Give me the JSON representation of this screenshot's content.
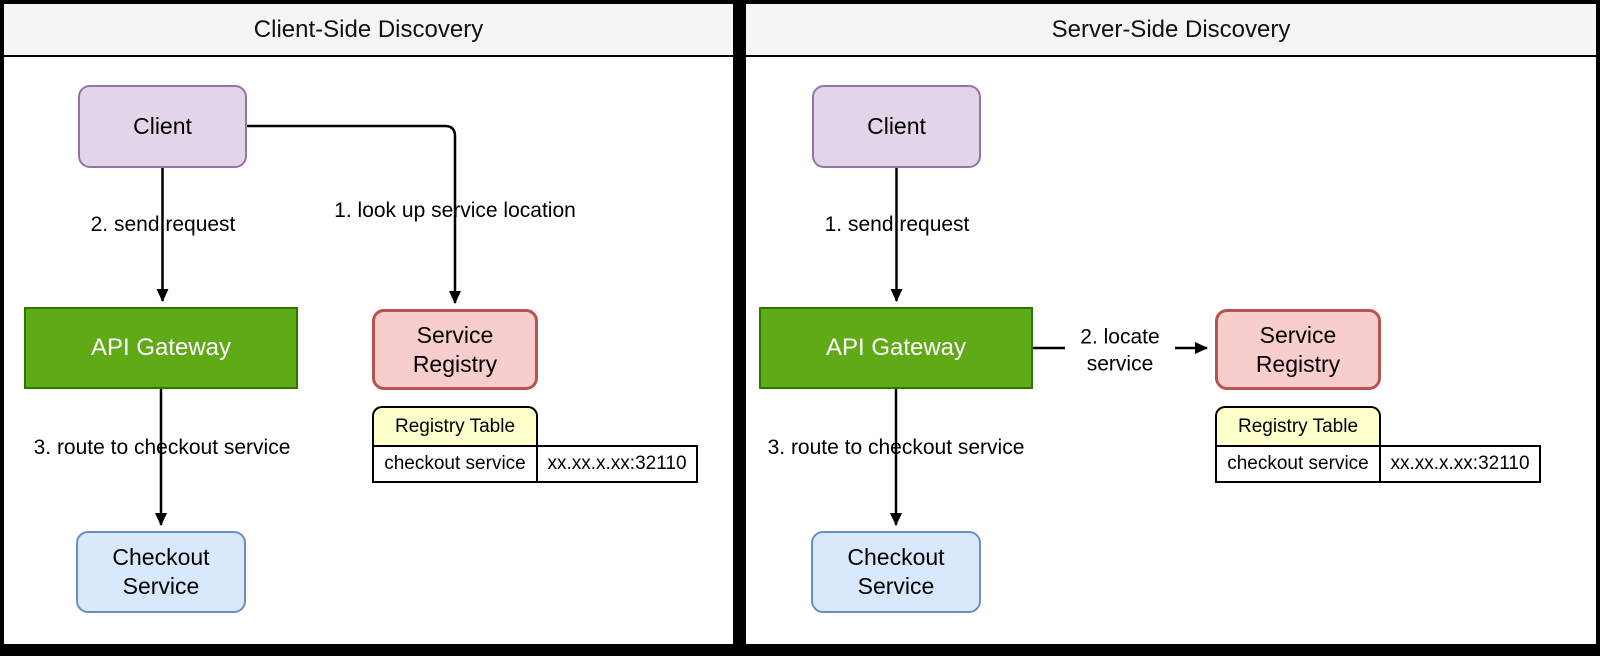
{
  "colors": {
    "panel_header_bg": "#f5f5f5",
    "client_fill": "#e1d5e7",
    "client_border": "#9673a6",
    "gateway_fill": "#60a917",
    "gateway_border": "#2d7600",
    "gateway_text": "#ffffff",
    "registry_fill": "#f8cecc",
    "registry_border": "#b85450",
    "checkout_fill": "#dae8fc",
    "checkout_border": "#6c8ebf",
    "table_tab_fill": "#ffffcc",
    "frame": "#000000"
  },
  "panels": [
    {
      "title": "Client-Side Discovery",
      "nodes": {
        "client": "Client",
        "api_gateway": "API Gateway",
        "service_registry": "Service Registry",
        "checkout_service": "Checkout Service"
      },
      "edges": {
        "lookup": "1. look up service location",
        "send_request": "2. send request",
        "route": "3. route to checkout service"
      },
      "registry_table": {
        "title": "Registry Table",
        "rows": [
          [
            "checkout service",
            "xx.xx.x.xx:32110"
          ]
        ]
      }
    },
    {
      "title": "Server-Side Discovery",
      "nodes": {
        "client": "Client",
        "api_gateway": "API Gateway",
        "service_registry": "Service Registry",
        "checkout_service": "Checkout Service"
      },
      "edges": {
        "send_request": "1. send request",
        "locate": "2. locate service",
        "route": "3. route to checkout service"
      },
      "registry_table": {
        "title": "Registry Table",
        "rows": [
          [
            "checkout service",
            "xx.xx.x.xx:32110"
          ]
        ]
      }
    }
  ]
}
